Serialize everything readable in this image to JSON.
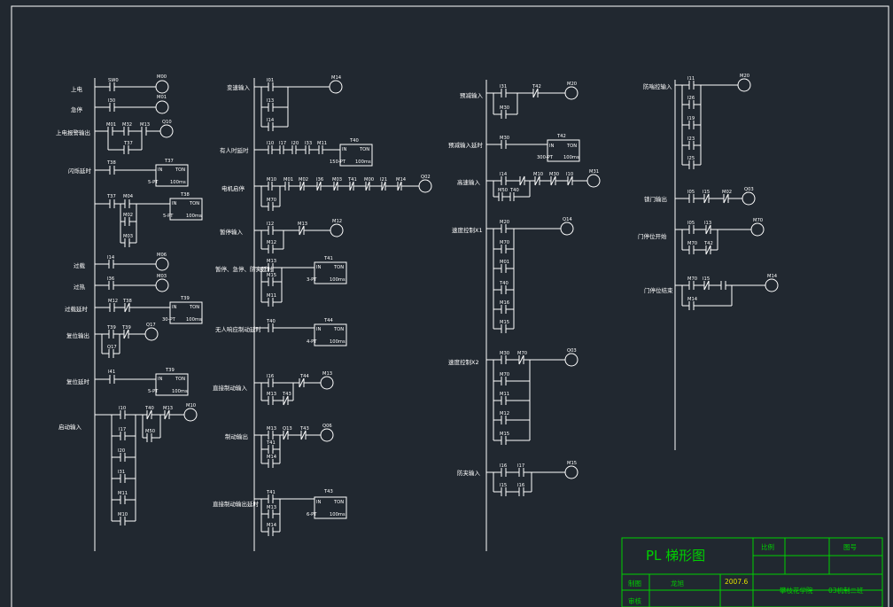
{
  "drawing": {
    "rung_labels": {
      "r1": "上电",
      "r2": "急停",
      "r3": "上电报警输出",
      "r4": "闪烁延时",
      "r5": "过载",
      "r6": "过热",
      "r7": "过载延时",
      "r8": "复位输出",
      "r9": "复位延时",
      "r10": "启动输入",
      "m1": "变速输入",
      "m2": "有人时延时",
      "m3": "电机启停",
      "m4": "暂停输入",
      "m5": "暂停、急停、防夹延时",
      "m6": "无人响应制动延时",
      "m7": "直接制动输入",
      "m8": "制动输出",
      "m9": "直接制动输出延时",
      "t1": "预减输入",
      "t2": "预减输入延时",
      "t3": "高速输入",
      "t4": "速度控制X1",
      "t5": "速度控制X2",
      "t6": "防夹输入",
      "f1": "防喘控输入",
      "f2": "锁门输出",
      "f3": "门停位开始",
      "f4": "门停位结束"
    },
    "contacts": {
      "c1": "SW0",
      "c2": "I30",
      "c3": "M01",
      "c4": "M32",
      "c5": "M13",
      "c6": "T37",
      "c7": "T38",
      "c8": "T37",
      "c9": "M04",
      "c10": "M02",
      "c11": "M03",
      "c12": "I14",
      "c13": "I36",
      "c14": "M12",
      "c15": "T38",
      "c16": "T39",
      "c17": "T39",
      "c18": "Q17",
      "c19": "I41",
      "c20": "I10",
      "c21": "T40",
      "c22": "M13",
      "c23": "I17",
      "c24": "M50",
      "c25": "I20",
      "c26": "I31",
      "c27": "M11",
      "c28": "M10",
      "d1": "I01",
      "d2": "I13",
      "d3": "I14",
      "d4": "I10",
      "d5": "I17",
      "d6": "I20",
      "d7": "I33",
      "d8": "M11",
      "d9": "M10",
      "d10": "M01",
      "d11": "M02",
      "d12": "I36",
      "d13": "M03",
      "d14": "T41",
      "d15": "M00",
      "d16": "I21",
      "d17": "M14",
      "d18": "M70",
      "d19": "I12",
      "d20": "M13",
      "d21": "M12",
      "d22": "M13",
      "d23": "M15",
      "d24": "M11",
      "d25": "T40",
      "d26": "I16",
      "d27": "T44",
      "d28": "M13",
      "d29": "T43",
      "d30": "M13",
      "d31": "Q13",
      "d32": "T43",
      "d33": "T41",
      "d34": "M14",
      "d35": "T41",
      "d36": "M13",
      "d37": "M14",
      "e1": "I31",
      "e2": "T42",
      "e3": "M30",
      "e4": "M30",
      "e5": "I14",
      "e6": "M10",
      "e7": "M30",
      "e8": "I10",
      "e9": "M50",
      "e10": "T40",
      "e11": "M20",
      "e12": "M70",
      "e13": "M01",
      "e14": "T40",
      "e15": "M16",
      "e16": "M15",
      "e17": "M30",
      "e18": "M70",
      "e19": "M70",
      "e20": "M11",
      "e21": "M12",
      "e22": "M15",
      "e23": "I16",
      "e24": "I17",
      "e25": "I15",
      "e26": "I16",
      "g1": "I11",
      "g2": "I26",
      "g3": "I19",
      "g4": "I23",
      "g5": "I25",
      "g6": "I05",
      "g7": "I15",
      "g8": "M02",
      "g9": "I05",
      "g10": "I13",
      "g11": "M70",
      "g12": "T42",
      "g13": "M70",
      "g14": "I15",
      "g15": "M14"
    },
    "coils": {
      "k1": "M00",
      "k2": "M01",
      "k3": "Q10",
      "k4": "M06",
      "k5": "M03",
      "k6": "Q17",
      "k7": "M10",
      "k8": "M14",
      "k9": "Q02",
      "k10": "M12",
      "k11": "M13",
      "k12": "Q06",
      "k13": "M20",
      "k14": "M31",
      "k15": "Q14",
      "k16": "Q03",
      "k17": "M15",
      "k18": "M20",
      "k19": "Q03",
      "k20": "M70",
      "k21": "M14"
    },
    "timers": {
      "tm1": {
        "name": "T37",
        "in": "IN",
        "ton": "TON",
        "pt": "5-PT",
        "unit": "100ms"
      },
      "tm2": {
        "name": "T38",
        "in": "IN",
        "ton": "TON",
        "pt": "5-PT",
        "unit": "100ms"
      },
      "tm3": {
        "name": "T39",
        "in": "IN",
        "ton": "TON",
        "pt": "30-PT",
        "unit": "100ms"
      },
      "tm4": {
        "name": "T39",
        "in": "IN",
        "ton": "TON",
        "pt": "5-PT",
        "unit": "100ms"
      },
      "tm5": {
        "name": "T40",
        "in": "IN",
        "ton": "TON",
        "pt": "150-PT",
        "unit": "100ms"
      },
      "tm6": {
        "name": "T41",
        "in": "IN",
        "ton": "TON",
        "pt": "3-PT",
        "unit": "100ms"
      },
      "tm7": {
        "name": "T44",
        "in": "IN",
        "ton": "TON",
        "pt": "4-PT",
        "unit": "100ms"
      },
      "tm8": {
        "name": "T43",
        "in": "IN",
        "ton": "TON",
        "pt": "6-PT",
        "unit": "100ms"
      },
      "tm9": {
        "name": "T42",
        "in": "IN",
        "ton": "TON",
        "pt": "300-PT",
        "unit": "100ms"
      }
    }
  },
  "title_block": {
    "title": "PL 梯形图",
    "scale_label": "比例",
    "sheet_label": "图号",
    "drawn_label": "制图",
    "drawn_by": "龙旭",
    "date": "2007.6",
    "school": "攀枝花学院",
    "class_name": "03机制二班",
    "review_label": "审核"
  },
  "colors": {
    "background": "#212830",
    "lines": "#ffffff",
    "title_block": "#00d000",
    "date_text": "#e0e000"
  }
}
